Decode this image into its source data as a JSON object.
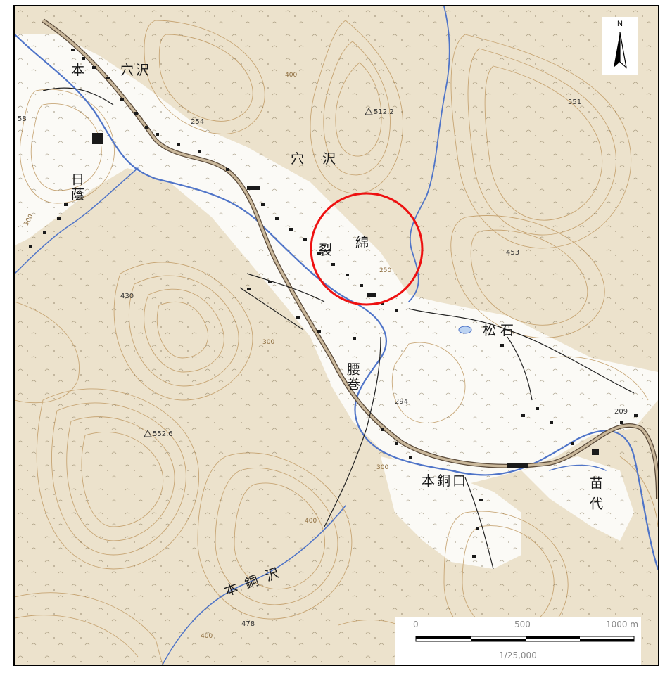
{
  "map": {
    "labels": {
      "anazawa_nw": "穴沢",
      "anazawa_center": "穴沢",
      "hikage": "日蔭",
      "wata": "綿",
      "watasako_left": "裂",
      "matsuishi": "松石",
      "koshimaki": "腰巻",
      "motodouguchi": "本銅口",
      "nae_shiro": "苗代",
      "hon_dou_sawa": "本銅沢",
      "kan_left": "本"
    },
    "elevations": {
      "e512": "512.2",
      "e551": "551",
      "e453": "453",
      "e430": "430",
      "e552": "552.6",
      "e294": "294",
      "e209": "209",
      "e478": "478",
      "e254": "254",
      "e58": "58"
    },
    "contours": {
      "c400a": "400",
      "c300a": "300",
      "c300b": "300",
      "c250": "250",
      "c400b": "400",
      "c400c": "400",
      "c300c": "300"
    },
    "highlight_color": "#ee1111"
  },
  "north_arrow": {
    "label": "N"
  },
  "scale_bar": {
    "tick_0": "0",
    "tick_500": "500",
    "tick_1000": "1000 m",
    "ratio": "1/25,000"
  }
}
